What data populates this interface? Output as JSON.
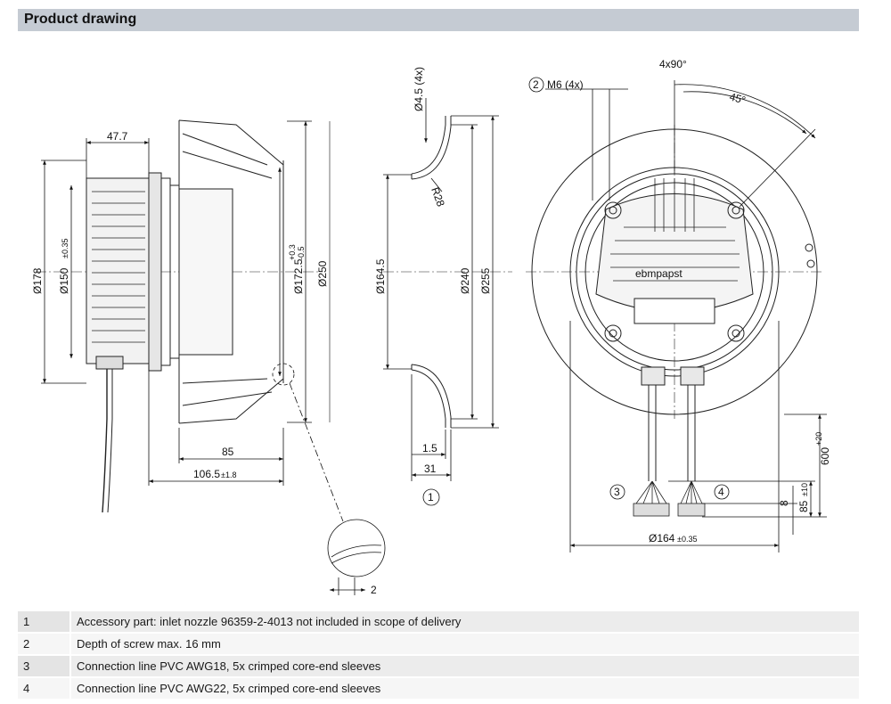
{
  "header": {
    "title": "Product drawing"
  },
  "dimensions": {
    "side_width_top": "47.7",
    "d178": "Ø178",
    "d150": "Ø150",
    "d150_tol": "±0.35",
    "d172": "Ø172.5",
    "d172_tol_plus": "+0.3",
    "d172_tol_minus": "-0.5",
    "d250": "Ø250",
    "len85": "85",
    "len106": "106.5",
    "len106_tol": "±1.8",
    "gap2": "2",
    "nozzle_hole": "Ø4.5 (4x)",
    "radius": "R28",
    "d164_5": "Ø164.5",
    "d240": "Ø240",
    "d255": "Ø255",
    "len1_5": "1.5",
    "len31": "31",
    "screw": "M6 (4x)",
    "angle_4x90": "4x90°",
    "angle_45": "45°",
    "cable600": "600",
    "cable600_tol": "+20",
    "len8": "8",
    "len85b": "85",
    "len85b_tol": "±10",
    "d164": "Ø164",
    "d164_tol": "±0.35",
    "brand": "ebmpapst"
  },
  "callouts": [
    "1",
    "2",
    "3",
    "4"
  ],
  "notes": [
    {
      "num": "1",
      "text": "Accessory part: inlet nozzle 96359-2-4013 not included in scope of delivery"
    },
    {
      "num": "2",
      "text": "Depth of screw max. 16 mm"
    },
    {
      "num": "3",
      "text": "Connection line PVC AWG18, 5x crimped core-end sleeves"
    },
    {
      "num": "4",
      "text": "Connection line PVC AWG22, 5x crimped core-end sleeves"
    }
  ]
}
